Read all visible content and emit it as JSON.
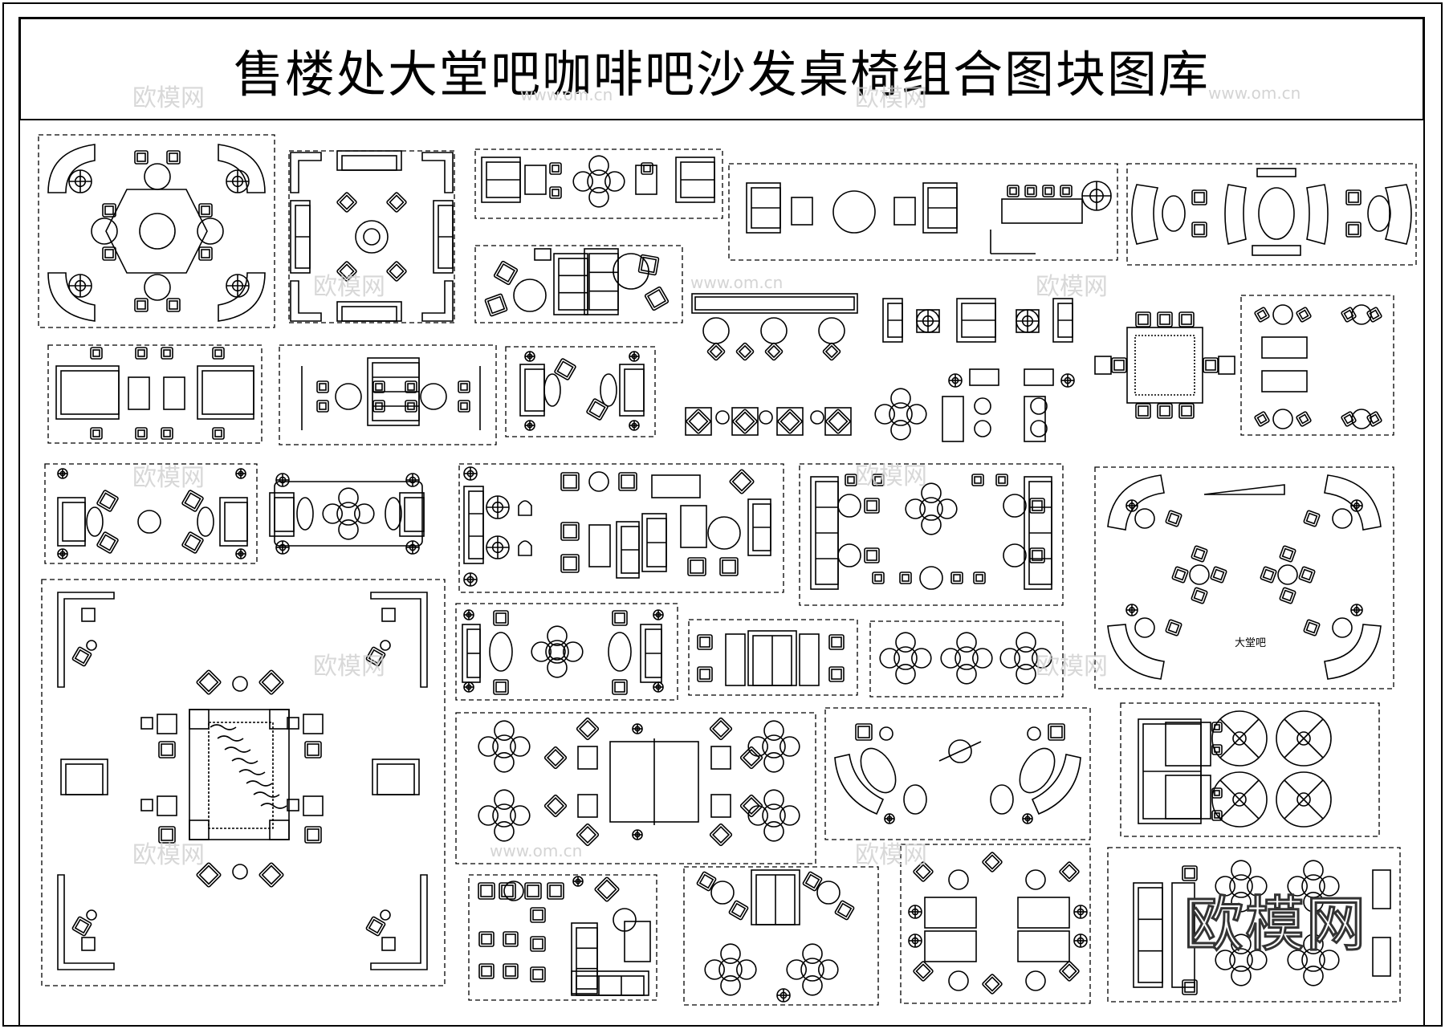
{
  "title": "售楼处大堂吧咖啡吧沙发桌椅组合图块图库",
  "label_lobby_bar": "大堂吧",
  "watermark_logo": "欧模网",
  "watermark_url": "www.om.cn",
  "corner_logo": "欧模网",
  "colors": {
    "line": "#000000",
    "background": "#ffffff",
    "watermark": "#cfcfcf"
  }
}
